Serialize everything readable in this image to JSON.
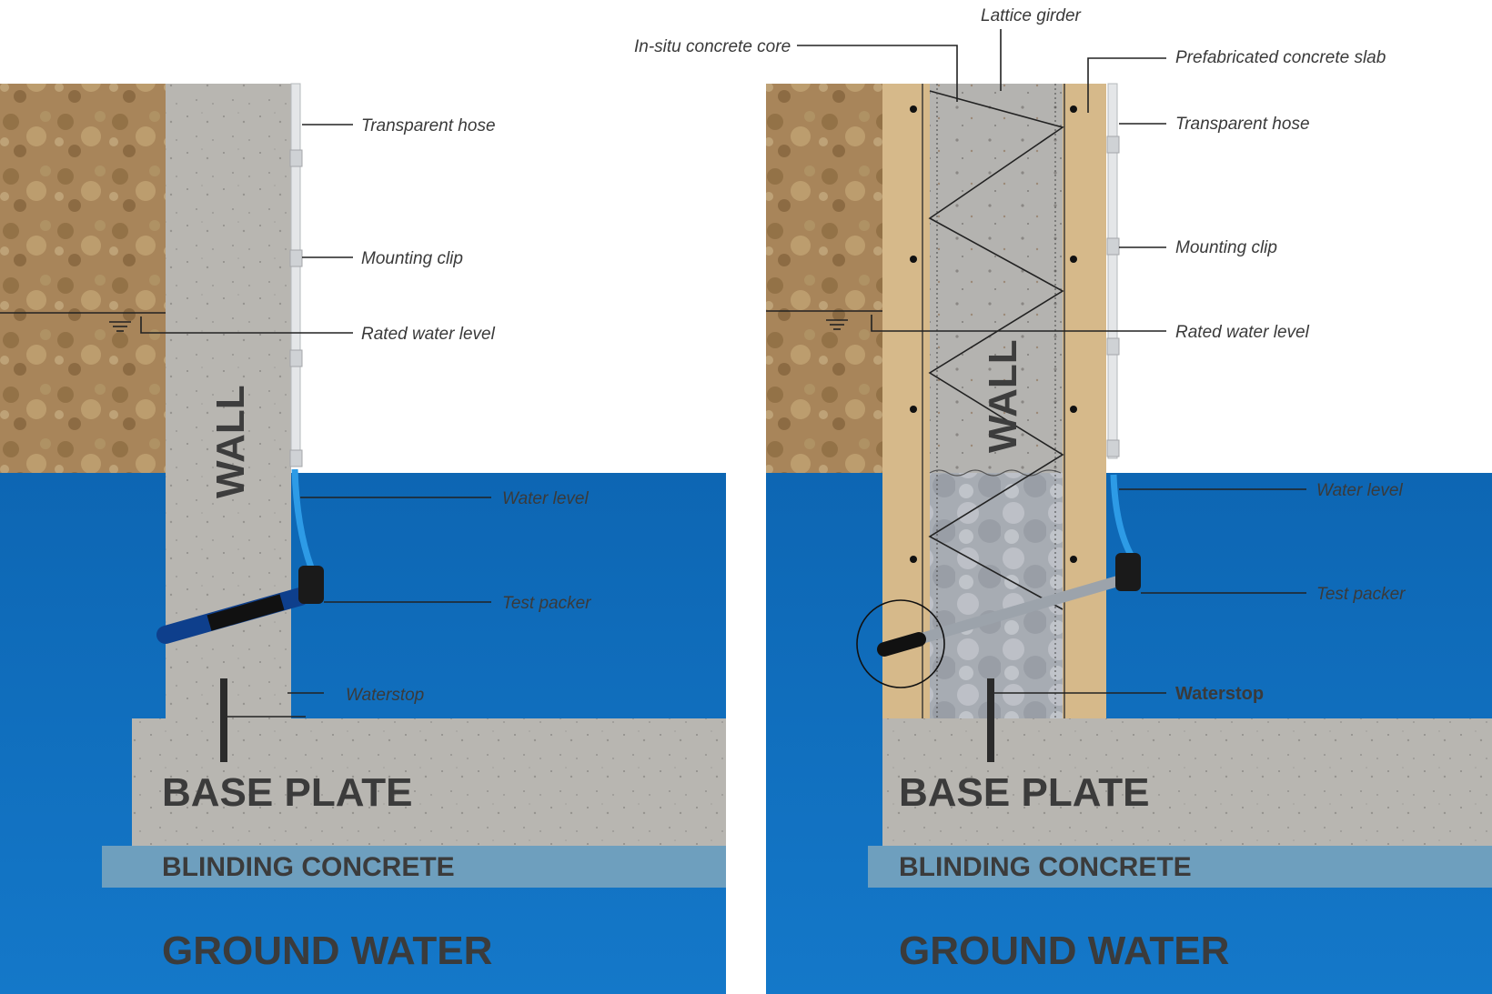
{
  "colors": {
    "soil": "#a8855a",
    "water": "#0f6fbd",
    "concrete": "#b7b5b0",
    "prefab": "#d6b98a",
    "hose": "#3aa3e8"
  },
  "left_diagram": {
    "wall_label": "WALL",
    "base_plate": "BASE PLATE",
    "blinding": "BLINDING CONCRETE",
    "ground_water": "GROUND WATER",
    "callouts": {
      "transparent_hose": "Transparent hose",
      "mounting_clip": "Mounting clip",
      "rated_water_level": "Rated water level",
      "water_level": "Water level",
      "test_packer": "Test packer",
      "waterstop": "Waterstop"
    }
  },
  "right_diagram": {
    "wall_label": "WALL",
    "base_plate": "BASE PLATE",
    "blinding": "BLINDING CONCRETE",
    "ground_water": "GROUND WATER",
    "callouts": {
      "lattice_girder": "Lattice girder",
      "in_situ_core": "In-situ concrete core",
      "prefab_slab": "Prefabricated concrete slab",
      "transparent_hose": "Transparent hose",
      "mounting_clip": "Mounting clip",
      "rated_water_level": "Rated water level",
      "water_level": "Water level",
      "test_packer": "Test packer",
      "waterstop": "Waterstop"
    }
  }
}
